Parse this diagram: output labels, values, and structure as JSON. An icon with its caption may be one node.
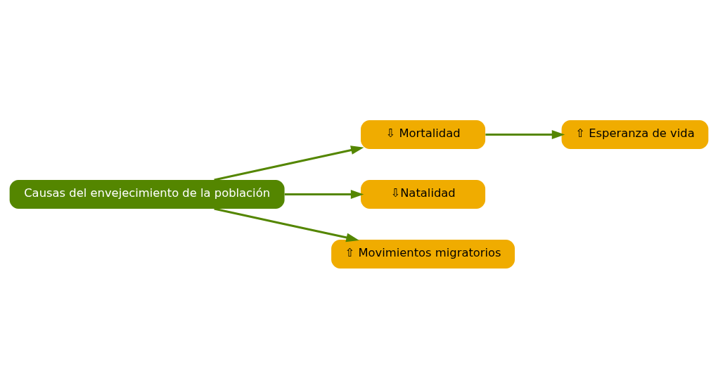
{
  "diagram": {
    "nodes": [
      {
        "text": [
          "Causas del envejecimiento de la población"
        ]
      },
      {
        "text": [
          "⇩ Mortalidad"
        ]
      },
      {
        "text": [
          "⇧ Esperanza de vida"
        ]
      },
      {
        "text": [
          "⇩Natalidad"
        ]
      },
      {
        "text": [
          "⇧ Movimientos migratorios"
        ]
      }
    ],
    "edges": [
      {
        "from": 0,
        "to": 1,
        "arrow": "to"
      },
      {
        "from": 1,
        "to": 2,
        "arrow": "to"
      },
      {
        "from": 0,
        "to": 3,
        "arrow": "to"
      },
      {
        "from": 0,
        "to": 4,
        "arrow": "to"
      }
    ]
  }
}
